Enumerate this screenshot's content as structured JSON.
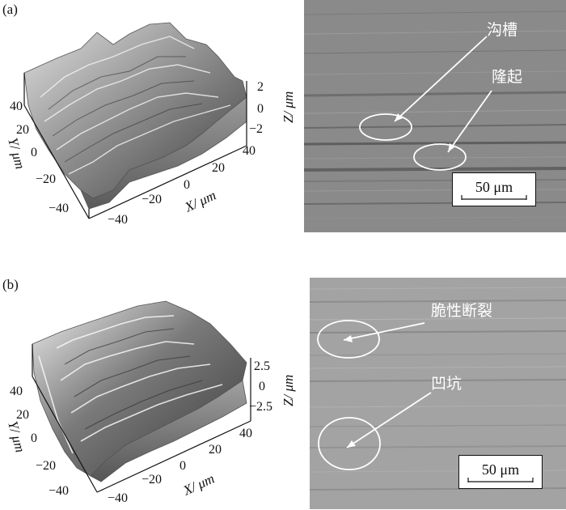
{
  "panels": [
    {
      "id": "a",
      "label": "(a)",
      "surface_plot": {
        "x_label": "X/ μm",
        "y_label": "Y/ μm",
        "z_label": "Z/ μm",
        "x_ticks": [
          "−40",
          "−20",
          "0",
          "20",
          "40"
        ],
        "y_ticks": [
          "40",
          "20",
          "0",
          "−20",
          "−40"
        ],
        "z_ticks": [
          "2",
          "0",
          "−2"
        ]
      },
      "micrograph": {
        "annotations": [
          "沟槽",
          "隆起"
        ],
        "scale_bar": "50 μm"
      }
    },
    {
      "id": "b",
      "label": "(b)",
      "surface_plot": {
        "x_label": "X/ μm",
        "y_label": "Y/ μm",
        "z_label": "Z/ μm",
        "x_ticks": [
          "−40",
          "−20",
          "0",
          "20",
          "40"
        ],
        "y_ticks": [
          "40",
          "20",
          "0",
          "−20",
          "−40"
        ],
        "z_ticks": [
          "2.5",
          "0",
          "−2.5"
        ]
      },
      "micrograph": {
        "annotations": [
          "脆性断裂",
          "凹坑"
        ],
        "scale_bar": "50 μm"
      }
    }
  ],
  "colors": {
    "micrograph_a": "#8a8a8a",
    "micrograph_b": "#a3a3a3",
    "surface_light": "#d8d8d8",
    "surface_dark": "#4a4a4a"
  }
}
